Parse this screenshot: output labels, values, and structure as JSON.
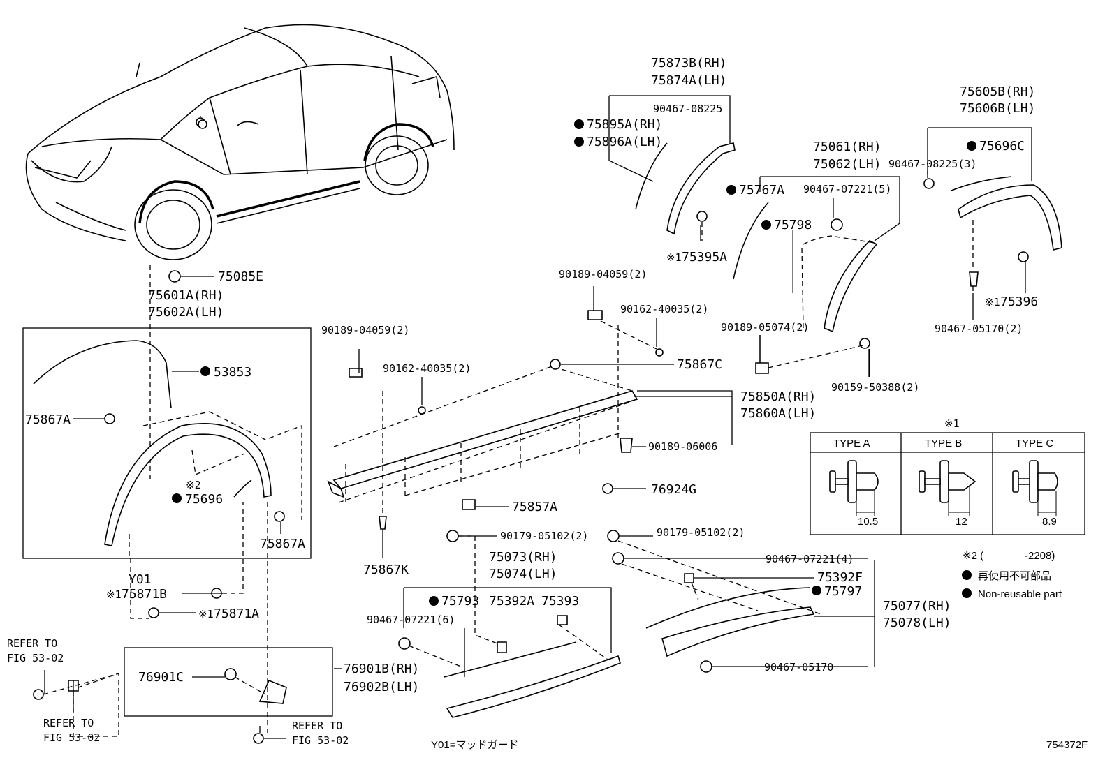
{
  "diagram": {
    "labels": {
      "p75873b": "75873B(RH)",
      "p75874a": "75874A(LH)",
      "p90467_08225_a": "90467-08225",
      "p75895a": "75895A(RH)",
      "p75896a": "75896A(LH)",
      "p75395a": "75395A",
      "p75605b": "75605B(RH)",
      "p75606b": "75606B(LH)",
      "p75696c": "75696C",
      "p90467_08225_3": "90467-08225(3)",
      "p75396": "75396",
      "p90467_05170_2": "90467-05170(2)",
      "p75061": "75061(RH)",
      "p75062": "75062(LH)",
      "p75767a": "75767A",
      "p90467_07221_5": "90467-07221(5)",
      "p75798": "75798",
      "p90189_05074_2": "90189-05074(2)",
      "p90159_50388_2": "90159-50388(2)",
      "p90189_04059_a": "90189-04059(2)",
      "p90162_40035_a": "90162-40035(2)",
      "p75867c": "75867C",
      "p75850a": "75850A(RH)",
      "p75860a": "75860A(LH)",
      "p90189_06006": "90189-06006",
      "p76924g": "76924G",
      "p90189_04059_b": "90189-04059(2)",
      "p90162_40035_b": "90162-40035(2)",
      "p75857a": "75857A",
      "p75867k": "75867K",
      "p75085e": "75085E",
      "p75601a": "75601A(RH)",
      "p75602a": "75602A(LH)",
      "p53853": "53853",
      "p75867a_1": "75867A",
      "p75696": "75696",
      "p75867a_2": "75867A",
      "y01": "Y01",
      "p75871b": "75871B",
      "p75871a": "75871A",
      "refer1a": "REFER TO",
      "refer1b": "FIG 53-02",
      "refer2a": "REFER TO",
      "refer2b": "FIG 53-02",
      "refer3a": "REFER TO",
      "refer3b": "FIG 53-02",
      "p76901c": "76901C",
      "p76901b": "76901B(RH)",
      "p76902b": "76902B(LH)",
      "p90179_05102_a": "90179-05102(2)",
      "p90179_05102_b": "90179-05102(2)",
      "p75073": "75073(RH)",
      "p75074": "75074(LH)",
      "p75793": "75793",
      "p75392a": "75392A",
      "p75393": "75393",
      "p90467_07221_6": "90467-07221(6)",
      "p90467_07221_4": "90467-07221(4)",
      "p75392f": "75392F",
      "p75797": "75797",
      "p75077": "75077(RH)",
      "p75078": "75078(LH)",
      "p90467_05170": "90467-05170",
      "ref_mark1": "※1",
      "ref_mark2": "※2",
      "note_mark1": "※1",
      "note_mark2_open": "※2 (",
      "note_mark2_date": "-2208)",
      "note_jp": "再使用不可部品",
      "note_en": "Non-reusable part",
      "footer_y01": "Y01=マッドガード",
      "fig_number": "754372F"
    },
    "type_table": {
      "headers": [
        "TYPE A",
        "TYPE B",
        "TYPE C"
      ],
      "dims": [
        "10.5",
        "12",
        "8.9"
      ]
    }
  }
}
